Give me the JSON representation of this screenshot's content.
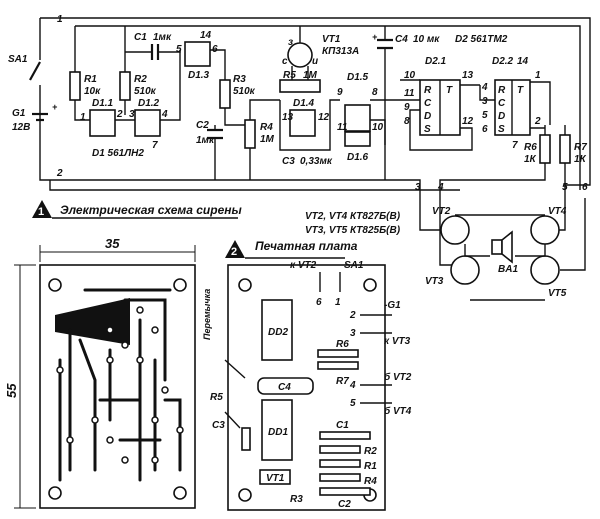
{
  "schematic": {
    "caption_number": "1",
    "caption": "Электрическая схема сирены",
    "switch": "SA1",
    "battery": {
      "name": "G1",
      "value": "12В",
      "plus": "+"
    },
    "resistors": [
      {
        "name": "R1",
        "value": "10к"
      },
      {
        "name": "R2",
        "value": "510к"
      },
      {
        "name": "R3",
        "value": "510к"
      },
      {
        "name": "R4",
        "value": "1М"
      },
      {
        "name": "R5",
        "value": "1М"
      },
      {
        "name": "R6",
        "value": "1К"
      },
      {
        "name": "R7",
        "value": "1К"
      }
    ],
    "capacitors": [
      {
        "name": "C1",
        "value": "1мк"
      },
      {
        "name": "C2",
        "value": "1мк"
      },
      {
        "name": "C3",
        "value": "0,33мк"
      },
      {
        "name": "C4",
        "value": "10 мк"
      }
    ],
    "c_plus": "+",
    "gates": [
      "D1.1",
      "D1.2",
      "D1.3",
      "D1.4",
      "D1.5",
      "D1.6"
    ],
    "d1_type": "D1 561ЛН2",
    "d2_type": "D2 561ТМ2",
    "flipflops": [
      "D2.1",
      "D2.2"
    ],
    "ff_pins": {
      "s": "S",
      "c": "C",
      "d": "D",
      "r": "R",
      "t": "T"
    },
    "transistor": {
      "name": "VT1",
      "type": "КП313А",
      "pins": [
        "з",
        "с",
        "и"
      ]
    },
    "pins": [
      "1",
      "2",
      "3",
      "4",
      "5",
      "6",
      "7",
      "8",
      "9",
      "10",
      "11",
      "12",
      "13",
      "14"
    ],
    "wire_numbers": [
      "1",
      "2",
      "3",
      "4",
      "5",
      "6"
    ]
  },
  "bridge": {
    "transistors": [
      "VT2",
      "VT3",
      "VT4",
      "VT5"
    ],
    "types_line1": "VT2, VT4  КТ827Б(В)",
    "types_line2": "VT3, VT5  КТ825Б(В)",
    "speaker": "BA1"
  },
  "pcb": {
    "dimension_width": "35",
    "dimension_height": "55"
  },
  "board": {
    "caption_number": "2",
    "caption": "Печатная плата",
    "chips": [
      "DD2",
      "DD1"
    ],
    "jumper": "Перемычка",
    "parts": {
      "c4": "C4",
      "r6": "R6",
      "r7": "R7",
      "r5": "R5",
      "c3": "C3",
      "c1": "C1",
      "r2": "R2",
      "r1": "R1",
      "r4": "R4",
      "c2": "C2",
      "vt1": "VT1",
      "r3": "R3"
    },
    "terminals": [
      {
        "num": "6",
        "label": "к VT2"
      },
      {
        "num": "1",
        "label": "SA1"
      },
      {
        "num": "2",
        "label": "-G1"
      },
      {
        "num": "3",
        "label": "к VT3"
      },
      {
        "num": "4",
        "label": "б VT2"
      },
      {
        "num": "5",
        "label": "б VT4"
      }
    ]
  }
}
